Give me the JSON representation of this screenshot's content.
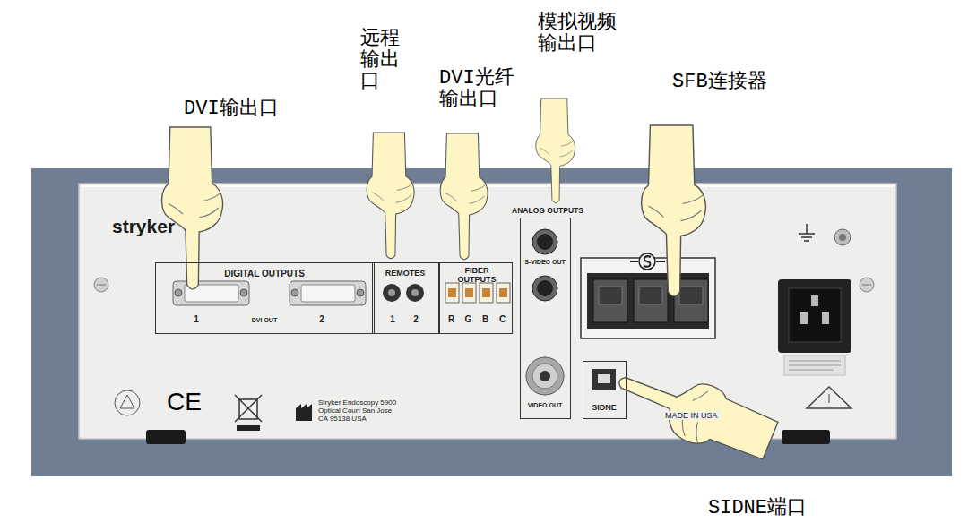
{
  "diagram": {
    "nodes": [
      {
        "text": [
          "stryker",
          "Stryker Endoscopy 5900 Optical Court San Jose, CA 95138 USA",
          "MADE IN USA"
        ]
      },
      {
        "text": [
          "DIGITAL OUTPUTS",
          "1",
          "DVI OUT",
          "2"
        ],
        "in": 0
      },
      {
        "text": [
          "REMOTES",
          "1",
          "2"
        ],
        "in": 0
      },
      {
        "text": [
          "FIBER OUTPUTS",
          "R",
          "G",
          "B",
          "C"
        ],
        "in": 0
      },
      {
        "text": [
          "ANALOG OUTPUTS",
          "S-VIDEO OUT",
          "VIDEO OUT"
        ],
        "in": 0
      },
      {
        "text": [
          "SIDNE"
        ],
        "in": 0
      }
    ],
    "labels": [
      "DVI输出口",
      "远程输出口",
      "DVI光纤输出口",
      "模拟视频输出口",
      "SFB连接器",
      "SIDNE端口",
      "CE"
    ]
  }
}
